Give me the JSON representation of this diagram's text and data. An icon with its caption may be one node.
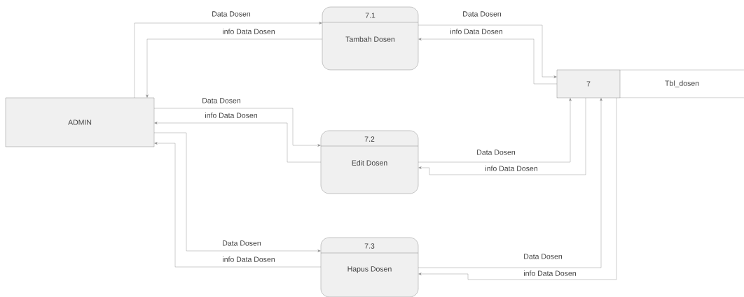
{
  "diagram": {
    "nodes": [
      {
        "text": [
          "ADMIN"
        ]
      },
      {
        "text": [
          "7.1",
          "Tambah Dosen"
        ]
      },
      {
        "text": [
          "7.2",
          "Edit Dosen"
        ]
      },
      {
        "text": [
          "7.3",
          "Hapus Dosen"
        ]
      },
      {
        "text": [
          "7",
          "Tbl_dosen"
        ]
      }
    ],
    "edges": [
      {
        "from": 0,
        "to": 1,
        "arrow": "to",
        "label": "Data Dosen"
      },
      {
        "from": 1,
        "to": 0,
        "arrow": "to",
        "label": "info Data Dosen"
      },
      {
        "from": 1,
        "to": 4,
        "arrow": "to",
        "label": "Data Dosen"
      },
      {
        "from": 4,
        "to": 1,
        "arrow": "to",
        "label": "info Data Dosen"
      },
      {
        "from": 0,
        "to": 2,
        "arrow": "to",
        "label": "Data Dosen"
      },
      {
        "from": 2,
        "to": 0,
        "arrow": "to",
        "label": "info Data Dosen"
      },
      {
        "from": 2,
        "to": 4,
        "arrow": "to",
        "label": "Data Dosen"
      },
      {
        "from": 4,
        "to": 2,
        "arrow": "to",
        "label": "info Data Dosen"
      },
      {
        "from": 0,
        "to": 3,
        "arrow": "to",
        "label": "Data Dosen"
      },
      {
        "from": 3,
        "to": 0,
        "arrow": "to",
        "label": "info Data Dosen"
      },
      {
        "from": 3,
        "to": 4,
        "arrow": "to",
        "label": "Data Dosen"
      },
      {
        "from": 4,
        "to": 3,
        "arrow": "to",
        "label": "info Data Dosen"
      }
    ]
  }
}
